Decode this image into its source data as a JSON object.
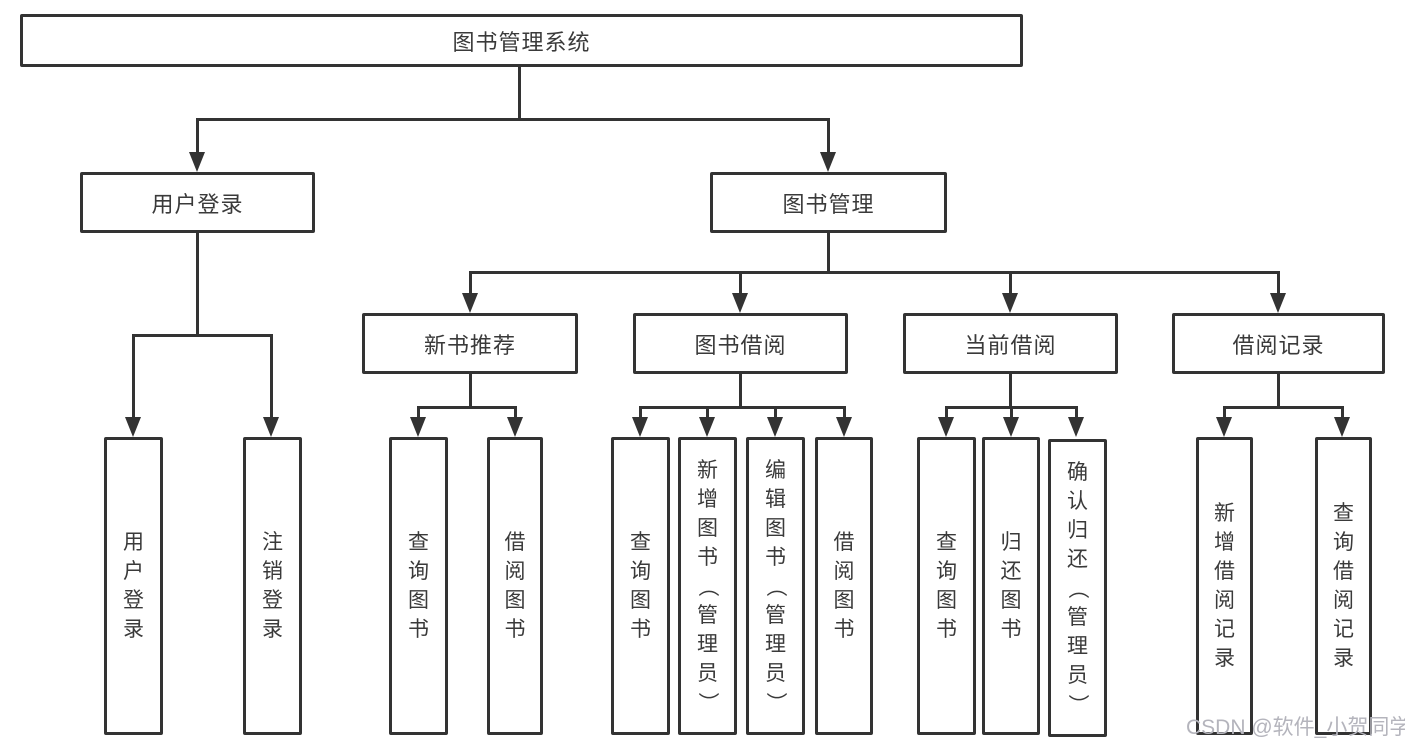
{
  "diagram_title": "图书管理系统",
  "nodes": {
    "root": "图书管理系统",
    "user_login": "用户登录",
    "book_mgmt": "图书管理",
    "new_books": "新书推荐",
    "book_borrow": "图书借阅",
    "current_borrow": "当前借阅",
    "borrow_records": "借阅记录",
    "leaf_user_login": "用户登录",
    "leaf_logout": "注销登录",
    "leaf_query_books_1": "查询图书",
    "leaf_borrow_books_1": "借阅图书",
    "leaf_query_books_2": "查询图书",
    "leaf_add_books_admin": "新增图书（管理员）",
    "leaf_edit_books_admin": "编辑图书（管理员）",
    "leaf_borrow_books_2": "借阅图书",
    "leaf_query_books_3": "查询图书",
    "leaf_return_books": "归还图书",
    "leaf_confirm_return_admin": "确认归还（管理员）",
    "leaf_add_borrow_record": "新增借阅记录",
    "leaf_query_borrow_record": "查询借阅记录"
  },
  "watermark": "CSDN @软件_小贺同学",
  "colors": {
    "line": "#333333",
    "box_background": "#ffffff",
    "page_background": "#ffffff",
    "watermark": "#b4b4bc"
  }
}
